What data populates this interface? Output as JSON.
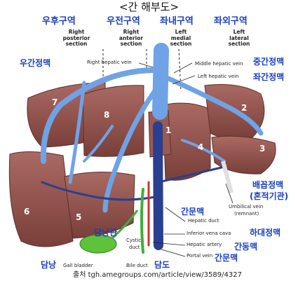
{
  "title": "<간 해부도>",
  "section_headers_kor": [
    "우후구역",
    "우전구역",
    "좌내구역",
    "좌외구역"
  ],
  "sections_eng": [
    [
      "Right",
      "posterior",
      "section"
    ],
    [
      "Right",
      "anterior",
      "section"
    ],
    [
      "Left",
      "medial",
      "section"
    ],
    [
      "Left",
      "lateral",
      "section"
    ]
  ],
  "labels_kor": {
    "right_hepatic_vein": "우간정맥",
    "middle_hepatic_vein": "중간정맥",
    "left_hepatic_vein": "좌간정맥",
    "umbilical_vein_line1": "배꼽정맥",
    "umbilical_vein_line2": "(혼적기관)",
    "hepatic_duct": "간문맥",
    "gallbladder_top": "담낭관",
    "ivc": "하대정맥",
    "hepatic_artery": "간동맥",
    "portal_vein": "간문맥",
    "gallbladder": "담낭",
    "bile_duct": "담도"
  },
  "labels_eng": {
    "right_hepatic_vein": "Right hepatic vein",
    "middle_hepatic_vein": "Middle hepatic vein",
    "left_hepatic_vein": "Left hepatic vein",
    "umbilical_vein_line1": "Umbilical vein",
    "umbilical_vein_line2": "(remnant)",
    "hepatic_duct": "Hepatic duct",
    "ivc": "Inferior vena cava",
    "hepatic_artery": "Hepatic artery",
    "portal_vein": "Portal vein",
    "cystic_duct_line1": "Cystic",
    "cystic_duct_line2": "duct",
    "gallbladder": "Gall bladder",
    "bile_duct": "Bile duct"
  },
  "segments": [
    "1",
    "2",
    "3",
    "4",
    "5",
    "6",
    "7",
    "8"
  ],
  "source": "출처 tgh.amegroups.com/article/view/3589/4327",
  "colors": {
    "liver": "#8a4c46",
    "liver_light": "#b07a72",
    "vein": "#6fa3e6",
    "vein_dark": "#3a6fc4",
    "portal": "#2a3f8f",
    "bile": "#3fae3a",
    "gallbladder": "#5ec23b",
    "artery": "#d6332a",
    "label_blue": "#1a3fbf"
  }
}
